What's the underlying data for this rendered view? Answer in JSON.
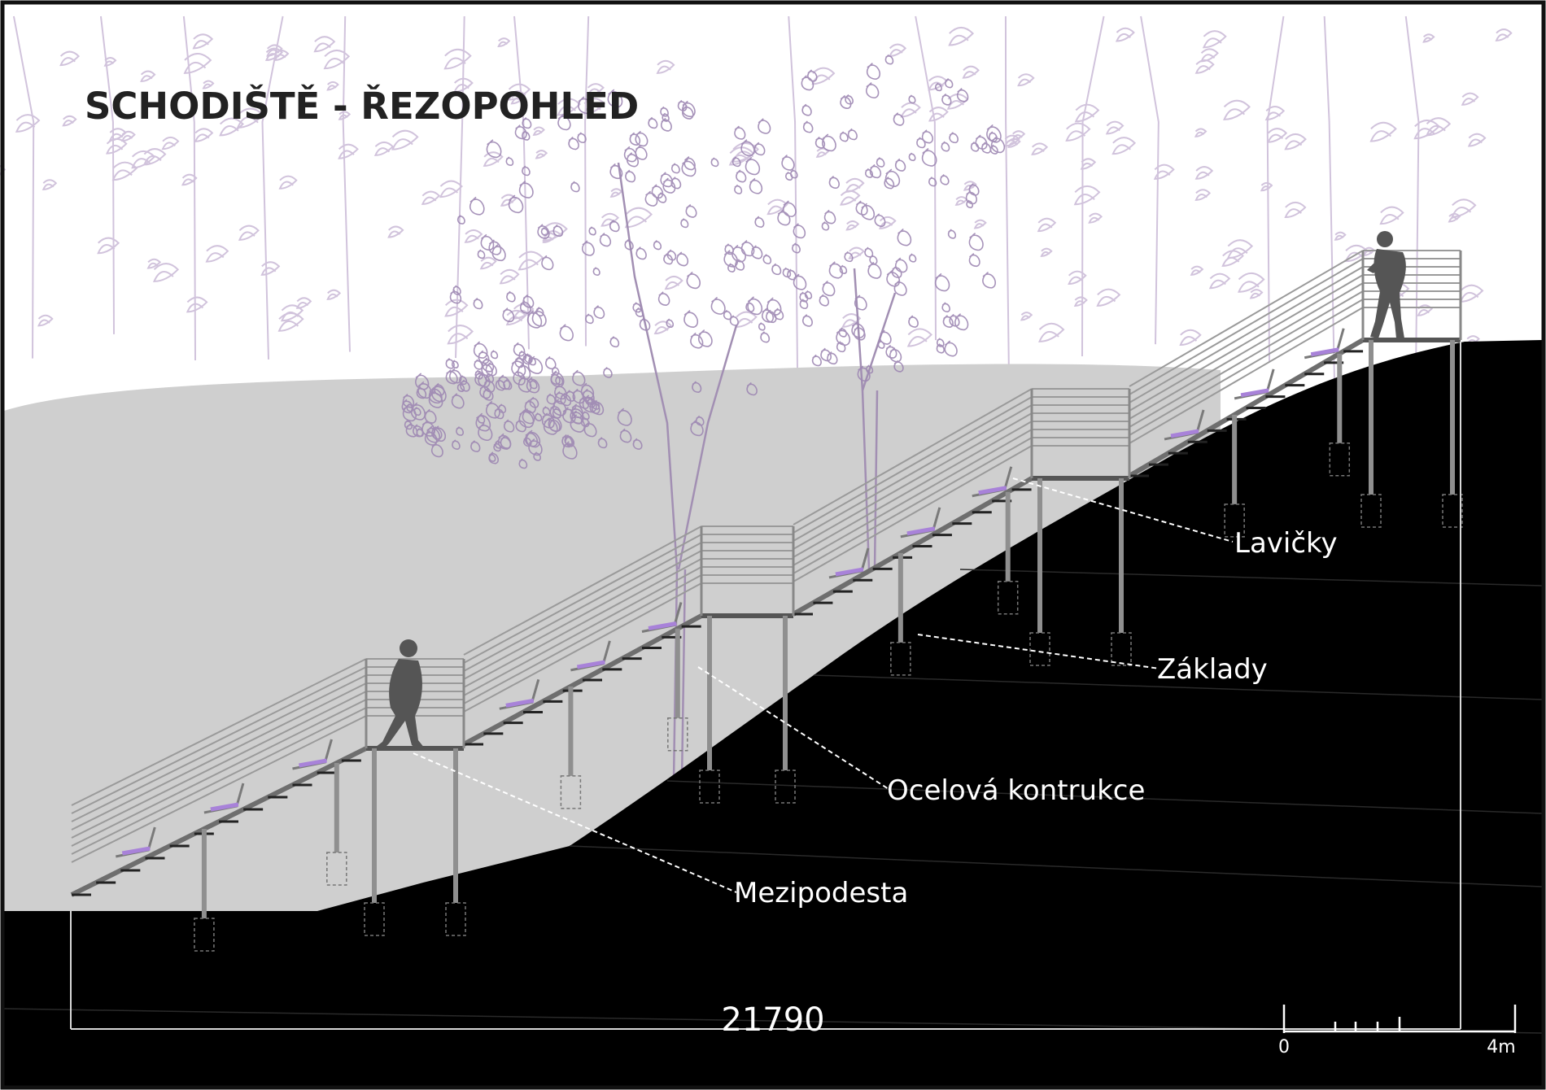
{
  "title": "SCHODIŠTĚ - ŘEZOPOHLED",
  "labels": {
    "benches": "Lavičky",
    "foundations": "Základy",
    "steel": "Ocelová kontrukce",
    "landing": "Mezipodesta"
  },
  "dimension": "21790",
  "scale": {
    "start": "0",
    "end": "4m"
  },
  "colors": {
    "frame": "#111111",
    "ground_cut": "#000000",
    "terrain_bg": "#cfcfcf",
    "trees": "#b8a5c7",
    "tree_trunks": "#a694b4",
    "structure": "#8c8c8c",
    "bench_accent": "#a882d9",
    "person": "#555555",
    "leader": "#ffffff"
  }
}
